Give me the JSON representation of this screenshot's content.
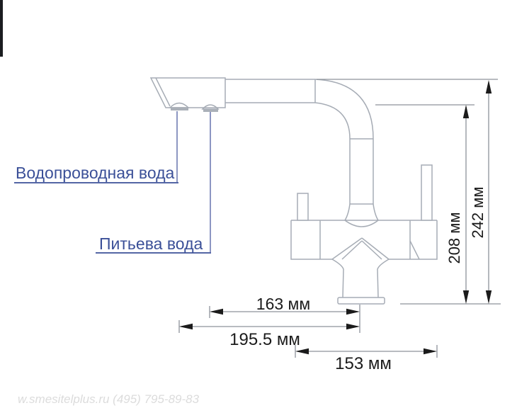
{
  "title": "Kitchen faucet dimension diagram",
  "drawing": {
    "background": "#ffffff",
    "outline_color": "#a6acb5",
    "corner_bar_color": "#1b1d20"
  },
  "callouts": {
    "color": "#3b5098",
    "tap_water": {
      "label": "Водопроводная вода"
    },
    "drinking_water": {
      "label": "Питьева вода"
    }
  },
  "dimensions": {
    "line_color": "#8d929a",
    "text_color": "#1b1b1b",
    "d163": {
      "label": "163 мм",
      "value": 163,
      "unit": "мм",
      "orientation": "horizontal"
    },
    "d1955": {
      "label": "195.5 мм",
      "value": 195.5,
      "unit": "мм",
      "orientation": "horizontal"
    },
    "d153": {
      "label": "153 мм",
      "value": 153,
      "unit": "мм",
      "orientation": "horizontal"
    },
    "d208": {
      "label": "208 мм",
      "value": 208,
      "unit": "мм",
      "orientation": "vertical"
    },
    "d242": {
      "label": "242 мм",
      "value": 242,
      "unit": "мм",
      "orientation": "vertical"
    }
  },
  "watermark": {
    "text": "w.smesitelplus.ru (495) 795-89-83",
    "color": "#dcdcdc"
  }
}
